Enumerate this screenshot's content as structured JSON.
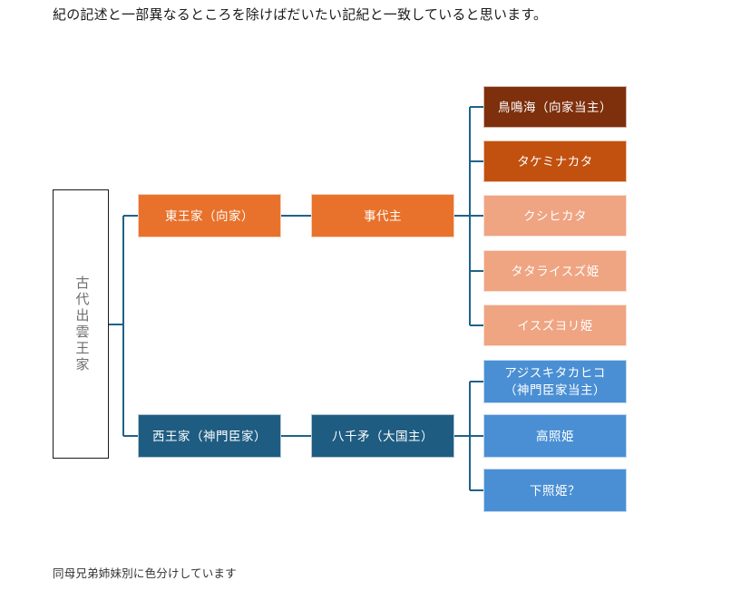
{
  "page": {
    "caption_top": "紀の記述と一部異なるところを除けばだいたい記紀と一致していると思います。",
    "caption_bottom": "同母兄弟姉妹別に色分けしています"
  },
  "colors": {
    "orange": "#E8722C",
    "dark_brown": "#7E2F0C",
    "mid_brown": "#C2500F",
    "light_salmon": "#EFA482",
    "dark_blue": "#1F5C82",
    "mid_blue": "#4A8FD4",
    "connector": "#20618A",
    "root_text": "#6E6E6E",
    "root_border": "#1A1A1A"
  },
  "diagram": {
    "type": "family-tree",
    "root": {
      "label": "古代出雲王家",
      "orientation": "vertical"
    },
    "branches": [
      {
        "id": "east",
        "house": {
          "label": "東王家（向家）",
          "color": "#E8722C"
        },
        "head": {
          "label": "事代主",
          "color": "#E8722C"
        },
        "children": [
          {
            "label": "鳥鳴海（向家当主）",
            "color": "#7E2F0C"
          },
          {
            "label": "タケミナカタ",
            "color": "#C2500F"
          },
          {
            "label": "クシヒカタ",
            "color": "#EFA482"
          },
          {
            "label": "タタライスズ姫",
            "color": "#EFA482"
          },
          {
            "label": "イスズヨリ姫",
            "color": "#EFA482"
          }
        ]
      },
      {
        "id": "west",
        "house": {
          "label": "西王家（神門臣家）",
          "color": "#1F5C82"
        },
        "head": {
          "label": "八千矛（大国主）",
          "color": "#1F5C82"
        },
        "children": [
          {
            "label": "アジスキタカヒコ\n（神門臣家当主）",
            "color": "#4A8FD4"
          },
          {
            "label": "高照姫",
            "color": "#4A8FD4"
          },
          {
            "label": "下照姫？",
            "color": "#4A8FD4"
          }
        ]
      }
    ]
  }
}
